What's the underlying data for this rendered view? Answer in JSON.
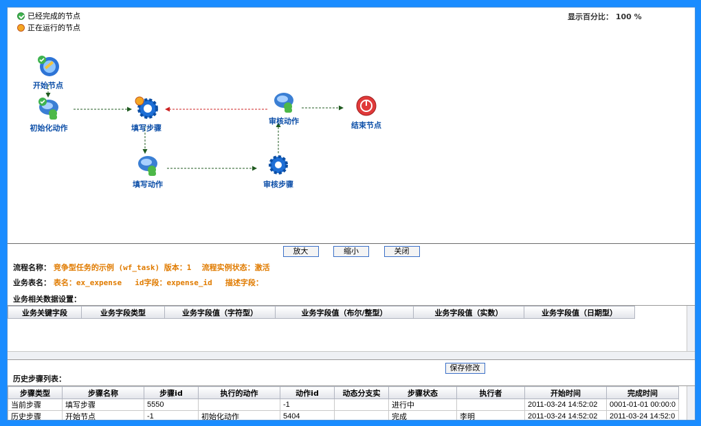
{
  "legend": {
    "done": "已经完成的节点",
    "running": "正在运行的节点"
  },
  "zoom": {
    "label": "显示百分比：",
    "value": "100 %"
  },
  "nodes": {
    "start": "开始节点",
    "init": "初始化动作",
    "fill_step": "填写步骤",
    "fill_action": "填写动作",
    "review_step": "审核步骤",
    "review_action": "审核动作",
    "end": "结束节点"
  },
  "toolbar": {
    "zoom_in": "放大",
    "zoom_out": "缩小",
    "close": "关闭"
  },
  "process": {
    "name_label": "流程名称：",
    "name_value": "竞争型任务的示例 (wf_task) 版本：1",
    "state_label": "流程实例状态：",
    "state_value": "激活"
  },
  "business": {
    "label": "业务表名：",
    "table": "表名：ex_expense",
    "id_field": "id字段：expense_id",
    "desc_field": "描述字段："
  },
  "data_settings_title": "业务相关数据设置：",
  "data_columns": [
    "业务关键字段",
    "业务字段类型",
    "业务字段值（字符型）",
    "业务字段值（布尔/整型）",
    "业务字段值（实数）",
    "业务字段值（日期型）"
  ],
  "save_button": "保存修改",
  "history_title": "历史步骤列表：",
  "history_columns": [
    "步骤类型",
    "步骤名称",
    "步骤id",
    "执行的动作",
    "动作id",
    "动态分支实",
    "步骤状态",
    "执行者",
    "开始时间",
    "完成时间"
  ],
  "history_rows": [
    [
      "当前步骤",
      "填写步骤",
      "5550",
      "",
      "-1",
      "",
      "进行中",
      "",
      "2011-03-24 14:52:02",
      "0001-01-01 00:00:0"
    ],
    [
      "历史步骤",
      "开始节点",
      "-1",
      "初始化动作",
      "5404",
      "",
      "完成",
      "李明",
      "2011-03-24 14:52:02",
      "2011-03-24 14:52:0"
    ]
  ]
}
